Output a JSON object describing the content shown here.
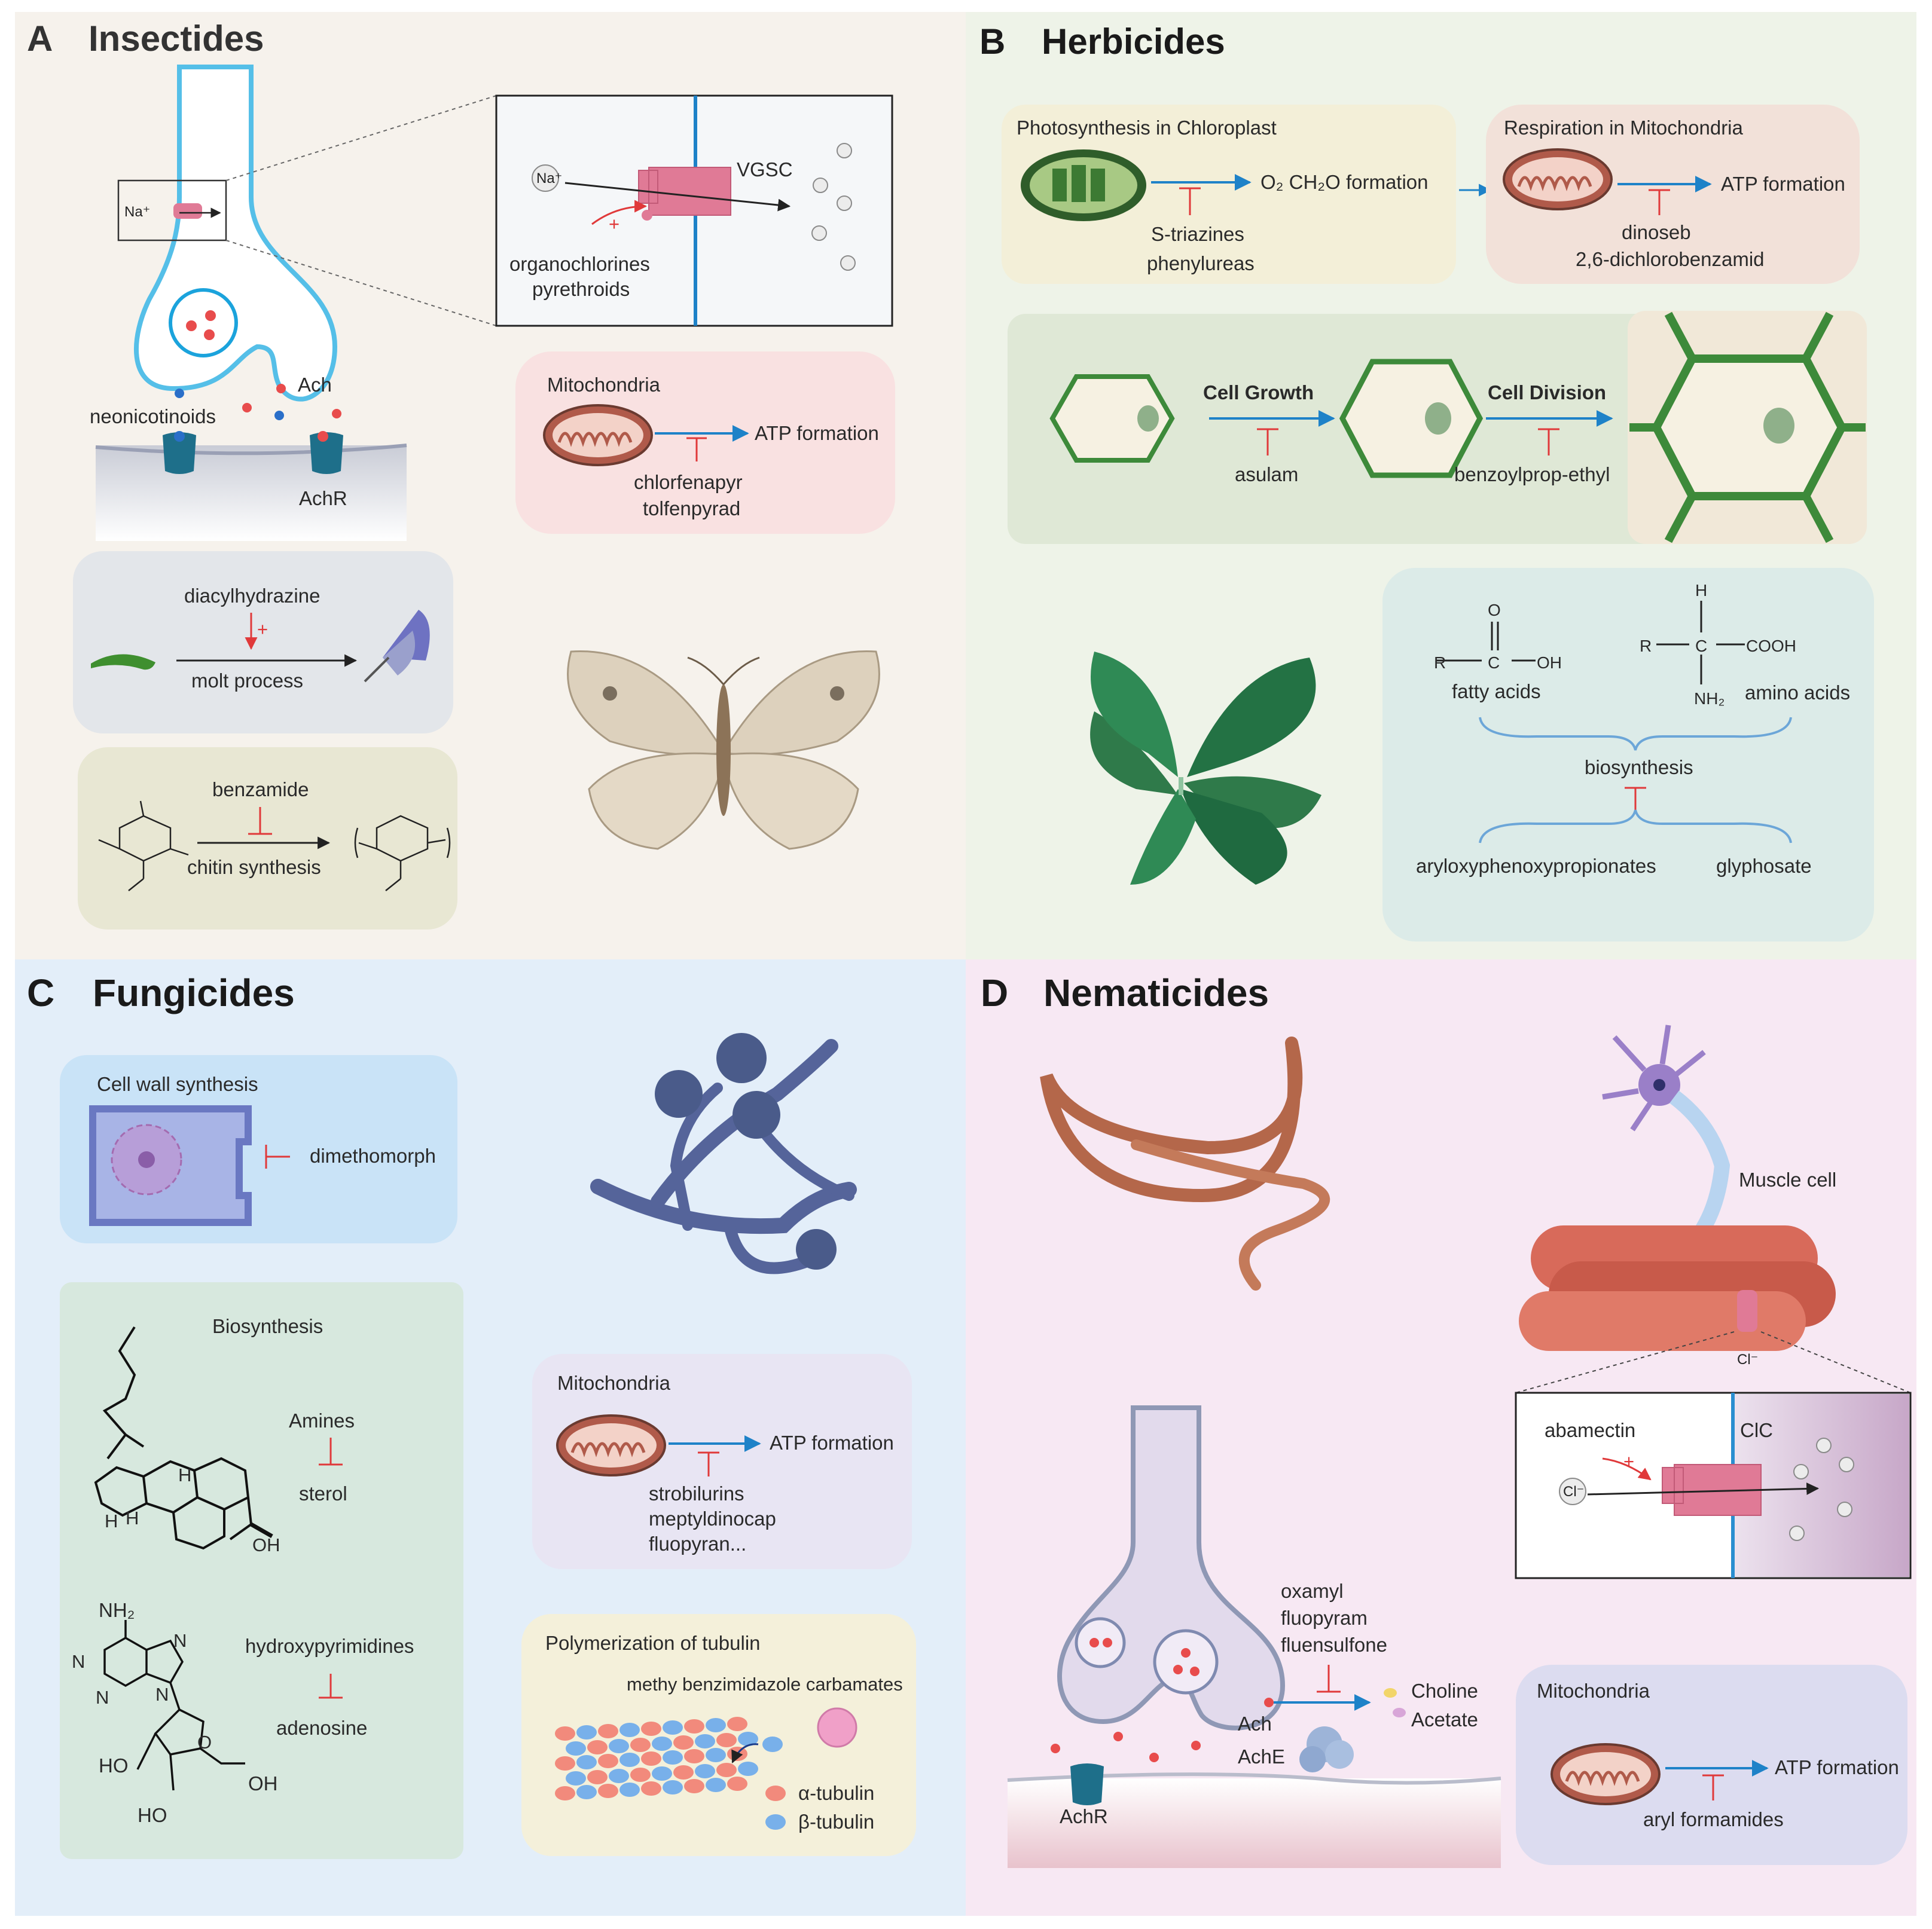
{
  "colors": {
    "panel_a": "#f6f2ec",
    "panel_b": "#eef3e8",
    "panel_c": "#e3eef9",
    "panel_d": "#f7e8f3",
    "inhibit_red": "#e0393a",
    "arrow_blue": "#1e82c8",
    "mito_brown": "#8a4a3e"
  },
  "panel_a": {
    "letter": "A",
    "title": "Insectides",
    "na_label": "Na⁺",
    "vgsc_label": "VGSC",
    "vgsc_plus": "+",
    "vgsc_drugs": [
      "organochlorines",
      "pyrethroids"
    ],
    "ach_label": "Ach",
    "neonic_label": "neonicotinoids",
    "achr_label": "AchR",
    "mito": {
      "title": "Mitochondria",
      "product": "ATP formation",
      "drugs": [
        "chlorfenapyr",
        "tolfenpyrad"
      ]
    },
    "molt": {
      "drug": "diacylhydrazine",
      "plus": "+",
      "process": "molt process"
    },
    "chitin": {
      "drug": "benzamide",
      "process": "chitin synthesis"
    }
  },
  "panel_b": {
    "letter": "B",
    "title": "Herbicides",
    "photo": {
      "title": "Photosynthesis in Chloroplast",
      "product": "O₂ CH₂O formation",
      "drugs": [
        "S-triazines",
        "phenylureas"
      ]
    },
    "resp": {
      "title": "Respiration in Mitochondria",
      "product": "ATP formation",
      "drugs": [
        "dinoseb",
        "2,6-dichlorobenzamid"
      ]
    },
    "growth": {
      "step1": "Cell Growth",
      "drug1": "asulam",
      "step2": "Cell Division",
      "drug2": "benzoylprop-ethyl"
    },
    "bio": {
      "fatty": "fatty acids",
      "amino": "amino acids",
      "process": "biosynthesis",
      "drug1": "aryloxyphenoxypropionates",
      "drug2": "glyphosate"
    }
  },
  "panel_c": {
    "letter": "C",
    "title": "Fungicides",
    "wall": {
      "title": "Cell wall synthesis",
      "drug": "dimethomorph"
    },
    "bio": {
      "title": "Biosynthesis",
      "drug1": "Amines",
      "target1": "sterol",
      "drug2": "hydroxypyrimidines",
      "target2": "adenosine"
    },
    "mito": {
      "title": "Mitochondria",
      "product": "ATP formation",
      "drugs": [
        "strobilurins",
        "meptyldinocap",
        "fluopyran..."
      ]
    },
    "tubulin": {
      "title": "Polymerization of tubulin",
      "drug": "methy benzimidazole carbamates",
      "alpha": "α-tubulin",
      "beta": "β-tubulin"
    }
  },
  "panel_d": {
    "letter": "D",
    "title": "Nematicides",
    "muscle": "Muscle cell",
    "cl_label": "Cl⁻",
    "clc": {
      "drug": "abamectin",
      "channel": "ClC",
      "plus": "+"
    },
    "synapse": {
      "drugs": [
        "oxamyl",
        "fluopyram",
        "fluensulfone"
      ],
      "ach": "Ach",
      "ache": "AchE",
      "choline": "Choline",
      "acetate": "Acetate",
      "achr": "AchR"
    },
    "mito": {
      "title": "Mitochondria",
      "product": "ATP formation",
      "drug": "aryl formamides"
    }
  }
}
